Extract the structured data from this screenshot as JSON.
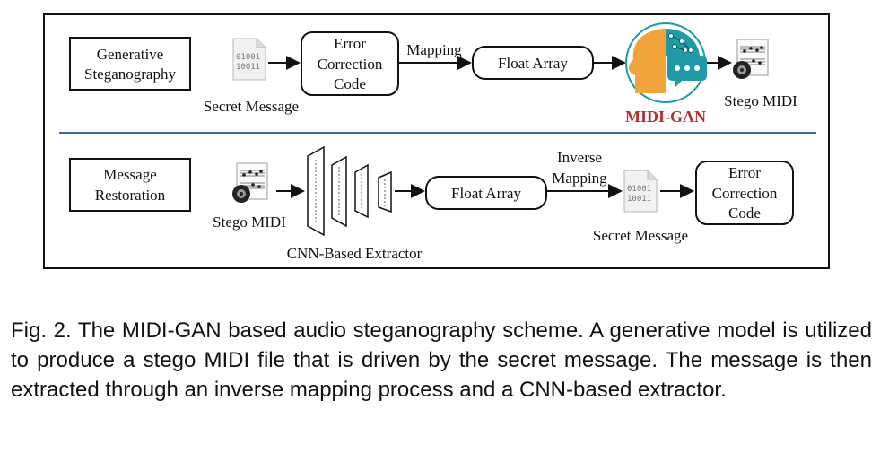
{
  "top_row": {
    "label_line1": "Generative",
    "label_line2": "Steganography",
    "secret_message_label": "Secret Message",
    "bits_line1": "01001",
    "bits_line2": "10011",
    "ecc_line1": "Error",
    "ecc_line2": "Correction",
    "ecc_line3": "Code",
    "mapping_label": "Mapping",
    "float_array": "Float Array",
    "model_name": "MIDI-GAN",
    "stego_midi": "Stego MIDI"
  },
  "bottom_row": {
    "label_line1": "Message",
    "label_line2": "Restoration",
    "stego_midi": "Stego MIDI",
    "extractor_label": "CNN-Based Extractor",
    "float_array": "Float Array",
    "inverse_line1": "Inverse",
    "inverse_line2": "Mapping",
    "bits_line1": "01001",
    "bits_line2": "10011",
    "secret_message_label": "Secret Message",
    "ecc_line1": "Error",
    "ecc_line2": "Correction",
    "ecc_line3": "Code"
  },
  "colors": {
    "divider": "#3a6aa0",
    "brand": "#b0312f",
    "teal": "#1f9aa6",
    "skin": "#f2a33a"
  },
  "caption": "Fig. 2. The MIDI-GAN based audio steganography scheme. A generative model is utilized to produce a stego MIDI file that is driven by the secret message. The message is then extracted through an inverse mapping process and a CNN-based extractor."
}
